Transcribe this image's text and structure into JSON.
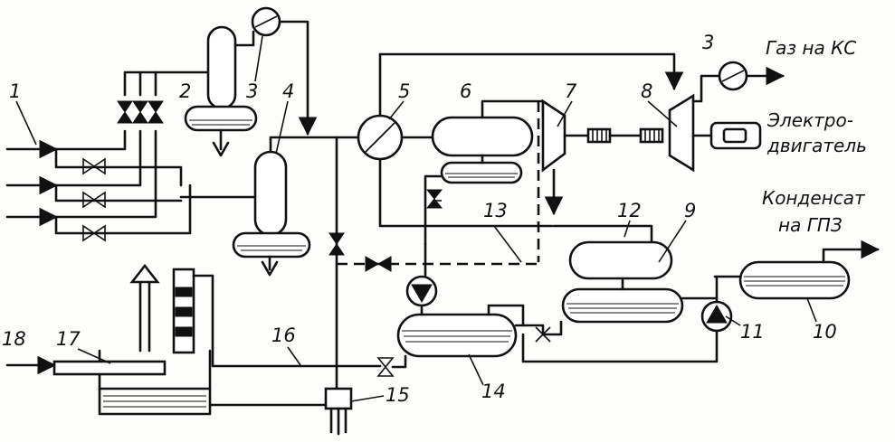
{
  "labels": {
    "n1": "1",
    "n2": "2",
    "n3a": "3",
    "n3b": "3",
    "n4": "4",
    "n5": "5",
    "n6": "6",
    "n7": "7",
    "n8": "8",
    "n9": "9",
    "n10": "10",
    "n11": "11",
    "n12": "12",
    "n13": "13",
    "n14": "14",
    "n15": "15",
    "n16": "16",
    "n17": "17",
    "n18": "18"
  },
  "captions": {
    "gas_to_cs": "Газ на КС",
    "motor_line1": "Электро-",
    "motor_line2": "двигатель",
    "condensate_line1": "Конденсат",
    "condensate_line2": "на ГПЗ"
  }
}
